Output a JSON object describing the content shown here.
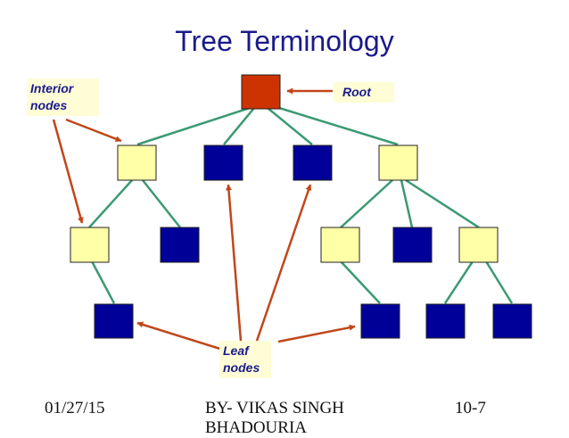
{
  "title": "Tree Terminology",
  "labels": {
    "interior": [
      "Interior",
      "nodes"
    ],
    "root": "Root",
    "leaf": [
      "Leaf",
      "nodes"
    ]
  },
  "footer": {
    "date": "01/27/15",
    "author": "BY- VIKAS SINGH BHADOURIA",
    "page": "10-7"
  },
  "colors": {
    "root": "#cc3300",
    "interior": "#ffffa8",
    "leaf": "#000099",
    "edge": "#3a9a72",
    "arrow": "#c0471b",
    "title": "#1a1a8c"
  }
}
